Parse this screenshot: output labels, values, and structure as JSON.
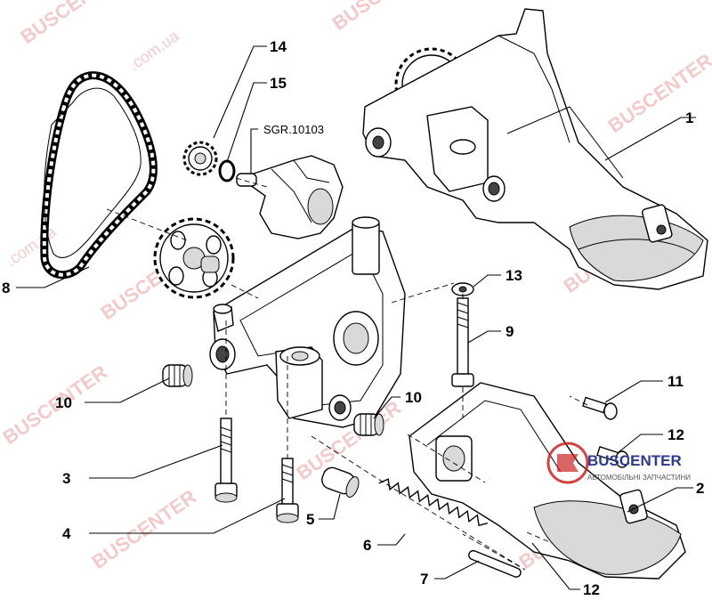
{
  "diagram": {
    "callouts": [
      "1",
      "2",
      "4",
      "3",
      "5",
      "6",
      "7",
      "8",
      "9",
      "10",
      "10",
      "11",
      "12",
      "12",
      "13",
      "14",
      "15"
    ],
    "reference_label": "SGR.10103"
  },
  "watermarks": {
    "brand": "BUSCENTER",
    "domain": ".com.ua"
  },
  "logo": {
    "name": "BUSCENTER",
    "tagline": "АВТОМОБІЛЬНІ ЗАПЧАСТИНИ"
  }
}
